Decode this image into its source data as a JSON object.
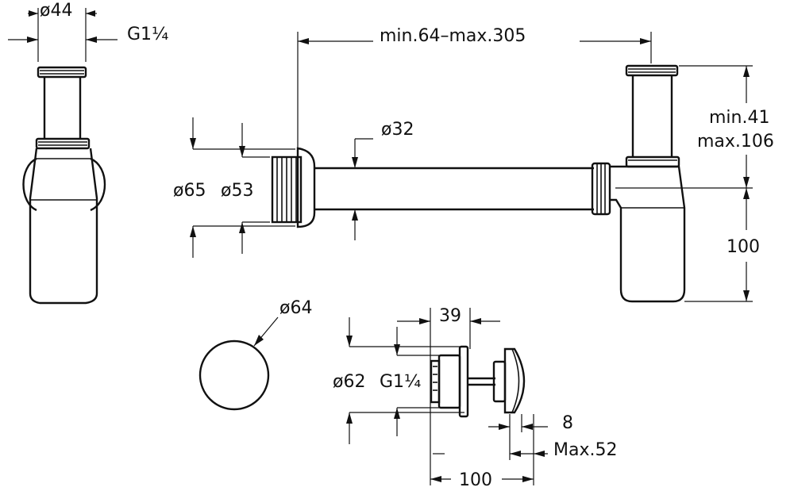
{
  "drawing": {
    "labels": {
      "trap_diameter": "ø44",
      "trap_thread": "G1¼",
      "arm_length": "min.64–max.305",
      "pipe_diameter": "ø32",
      "rosette_outer": "ø65",
      "rosette_inner": "ø53",
      "height_min": "min.41",
      "height_max": "max.106",
      "bottle_height": "100",
      "cap_diameter": "ø64",
      "waste_width": "39",
      "waste_flange": "ø62",
      "waste_thread": "G1¼",
      "waste_plug": "8",
      "waste_max": "Max.52",
      "waste_length": "100"
    }
  }
}
